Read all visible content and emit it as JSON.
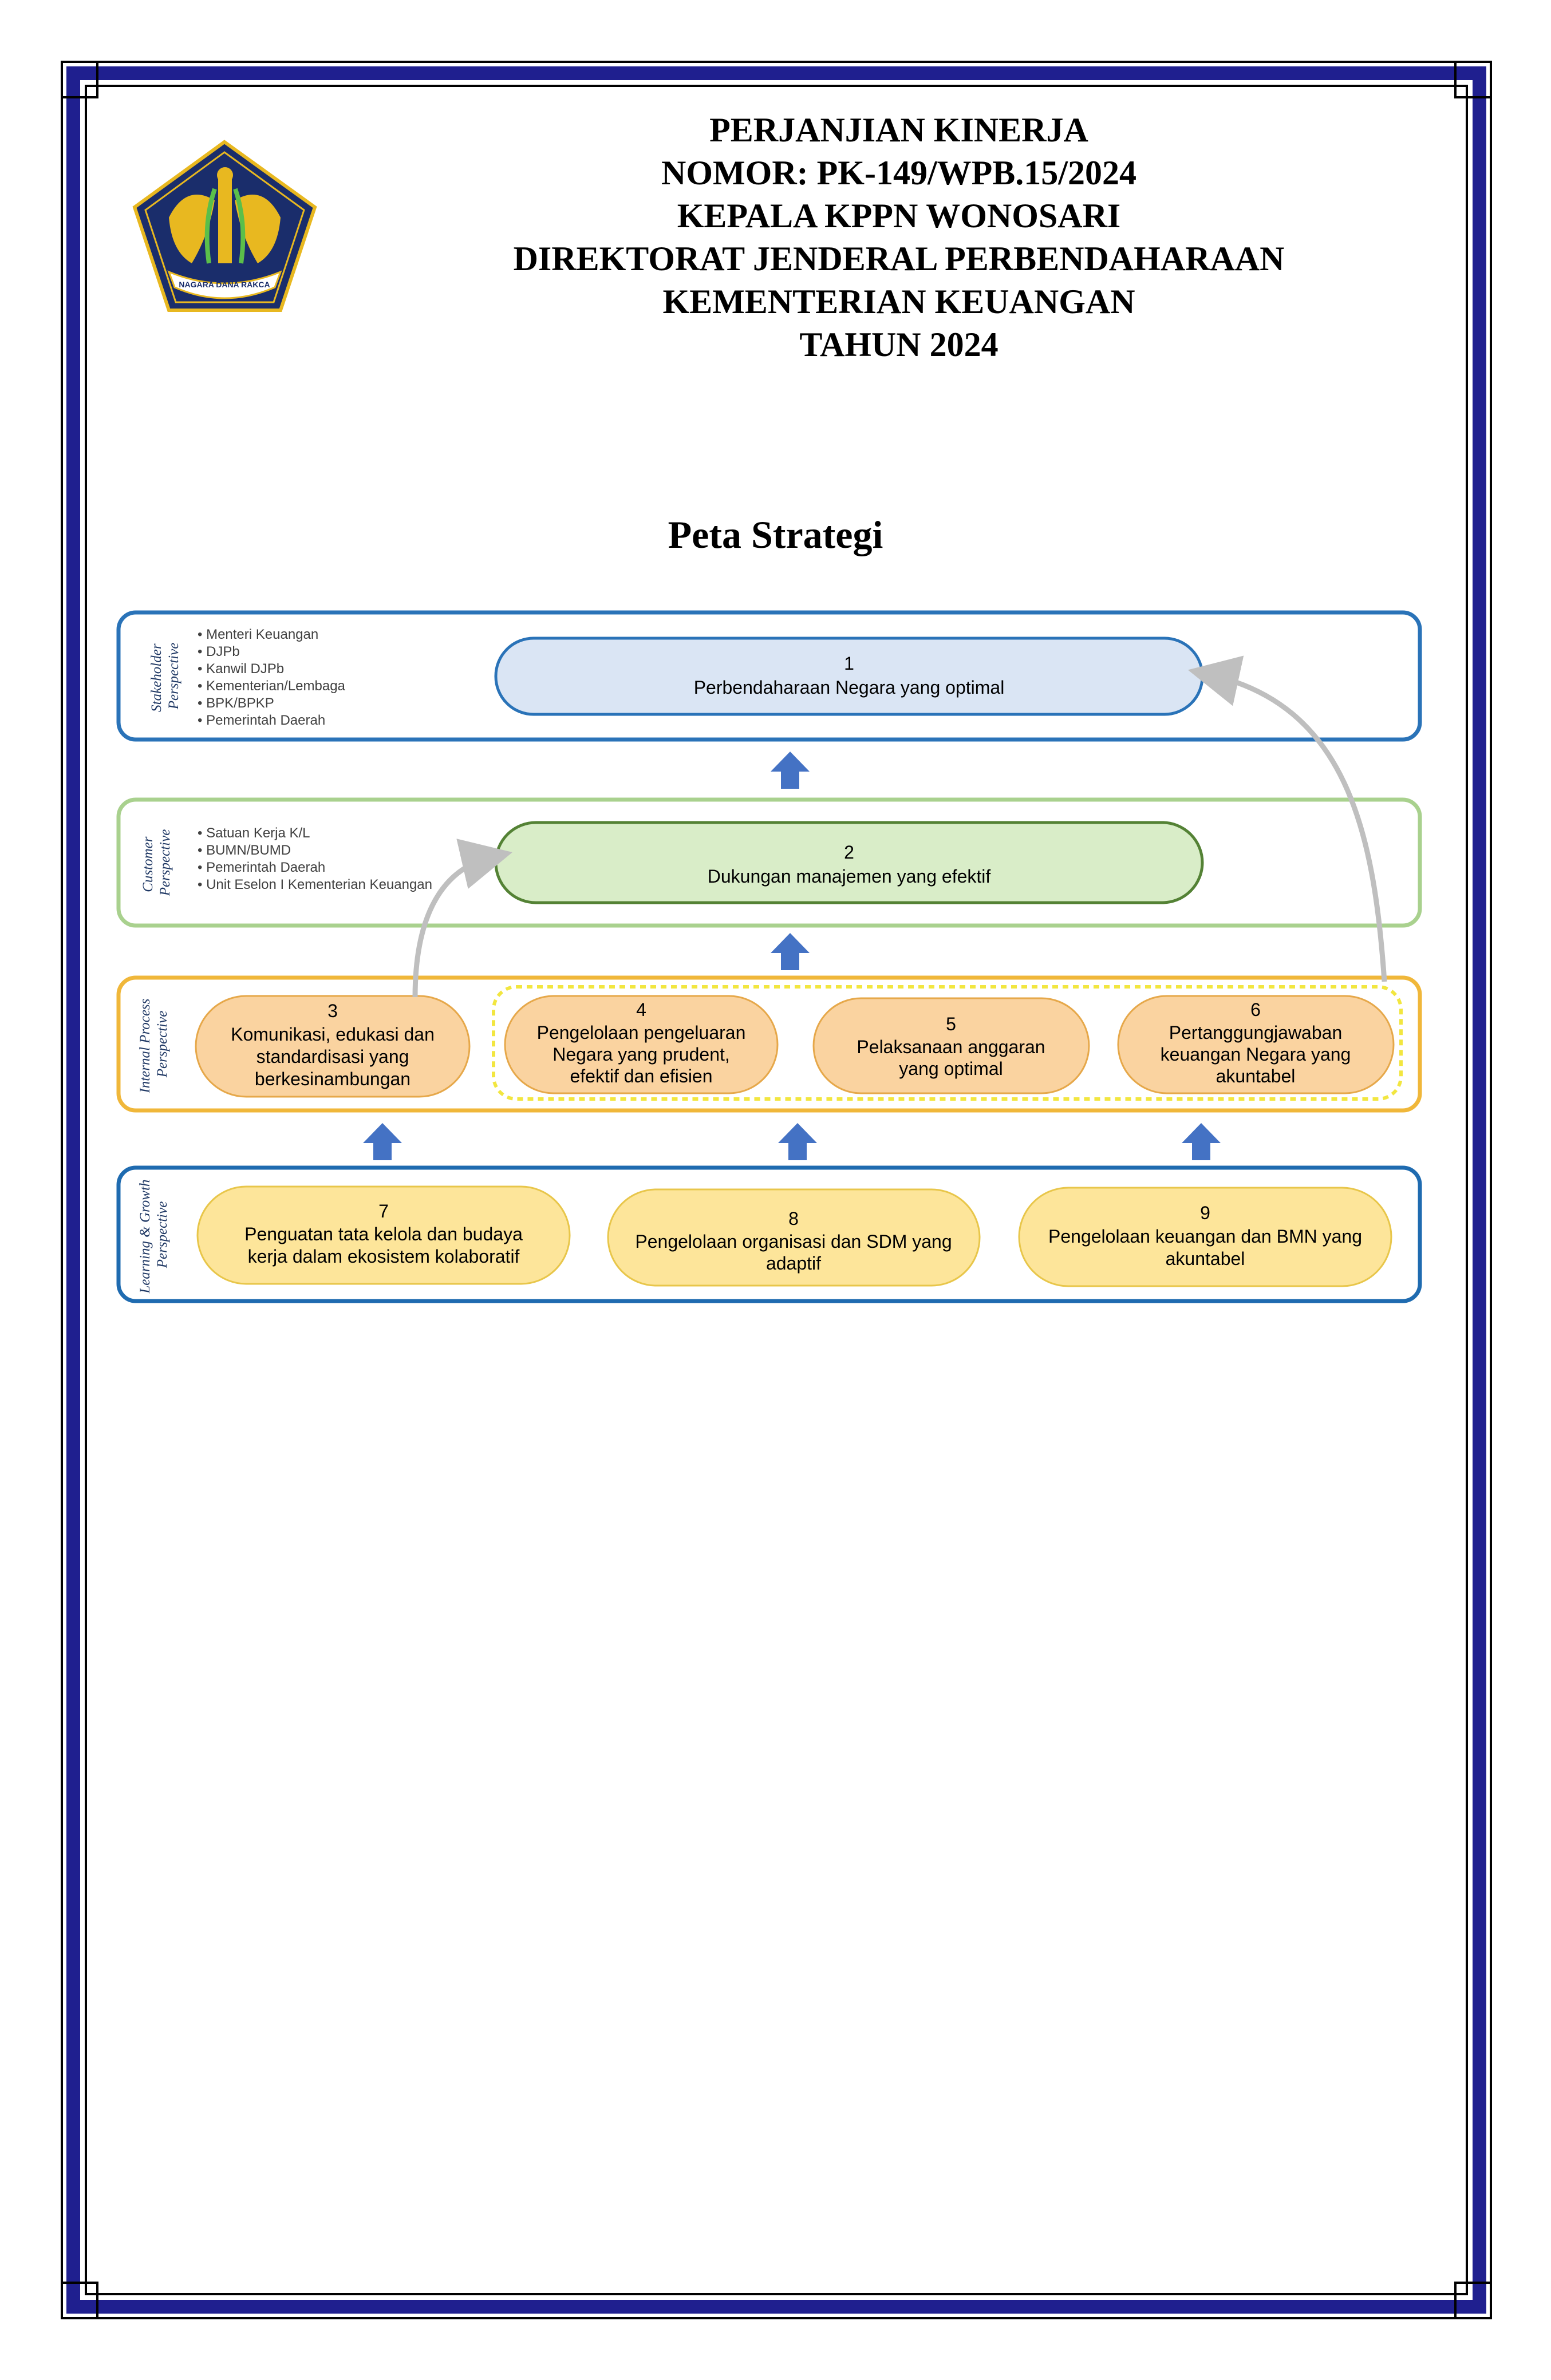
{
  "header": {
    "lines": [
      "PERJANJIAN KINERJA",
      "NOMOR: PK-149/WPB.15/2024",
      "KEPALA KPPN WONOSARI",
      "DIREKTORAT JENDERAL PERBENDAHARAAN",
      "KEMENTERIAN KEUANGAN",
      "TAHUN 2024"
    ]
  },
  "logo": {
    "icon": "kemenkeu-emblem-icon",
    "motto": "NAGARA DANA RAKCA"
  },
  "map_title": "Peta Strategi",
  "perspectives": [
    {
      "label_lines": [
        "Stakeholder",
        "Perspective"
      ],
      "items": [
        "Menteri Keuangan",
        "DJPb",
        "Kanwil DJPb",
        "Kementerian/Lembaga",
        "BPK/BPKP",
        "Pemerintah Daerah"
      ]
    },
    {
      "label_lines": [
        "Customer",
        "Perspective"
      ],
      "items": [
        "Satuan Kerja K/L",
        "BUMN/BUMD",
        "Pemerintah Daerah",
        "Unit Eselon I Kementerian Keuangan"
      ]
    },
    {
      "label_lines": [
        "Internal Process",
        "Perspective"
      ],
      "items": []
    },
    {
      "label_lines": [
        "Learning & Growth",
        "Perspective"
      ],
      "items": []
    }
  ],
  "objectives": [
    {
      "num": "1",
      "lines": [
        "Perbendaharaan Negara yang optimal"
      ]
    },
    {
      "num": "2",
      "lines": [
        "Dukungan manajemen yang efektif"
      ]
    },
    {
      "num": "3",
      "lines": [
        "Komunikasi, edukasi dan",
        "standardisasi yang",
        "berkesinambungan"
      ]
    },
    {
      "num": "4",
      "lines": [
        "Pengelolaan pengeluaran",
        "Negara yang prudent,",
        "efektif dan efisien"
      ]
    },
    {
      "num": "5",
      "lines": [
        "Pelaksanaan anggaran",
        "yang optimal"
      ]
    },
    {
      "num": "6",
      "lines": [
        "Pertanggungjawaban",
        "keuangan Negara yang",
        "akuntabel"
      ]
    },
    {
      "num": "7",
      "lines": [
        "Penguatan tata kelola dan budaya",
        "kerja dalam ekosistem kolaboratif"
      ]
    },
    {
      "num": "8",
      "lines": [
        "Pengelolaan organisasi dan SDM yang",
        "adaptif"
      ]
    },
    {
      "num": "9",
      "lines": [
        "Pengelolaan keuangan dan BMN yang",
        "akuntabel"
      ]
    }
  ],
  "colors": {
    "frame": "#1f1f8f",
    "stakeholder_border": "#2a73b8",
    "customer_border": "#a9d18e",
    "internal_border": "#f0b73a",
    "learning_border": "#1f6bb0",
    "obj1_fill": "#dae5f4",
    "obj2_fill": "#d9edc8",
    "obj_internal_fill": "#fad3a0",
    "obj_learning_fill": "#fde59a",
    "arrow_up": "#4472c4",
    "curve_arrow": "#bfbfbf"
  }
}
